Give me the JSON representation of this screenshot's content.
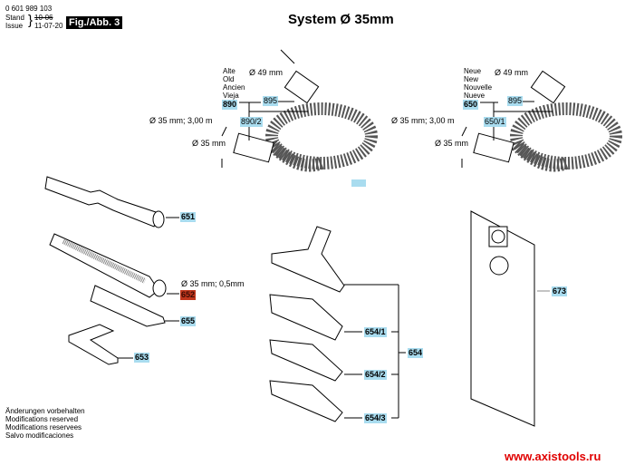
{
  "header": {
    "doc_number": "0 601 989 103",
    "stand_label": "Stand",
    "stand_value": "10-06",
    "issue_label": "Issue",
    "issue_value": "11-07-20",
    "fig_label": "Fig./Abb. 3"
  },
  "title": "System Ø 35mm",
  "left_hose": {
    "version_labels": [
      "Alte",
      "Old",
      "Ancien",
      "Vieja"
    ],
    "dim_49": "Ø 49 mm",
    "hose_spec": "Ø 35 mm; 3,00 m",
    "dim_35": "Ø 35 mm",
    "parts": {
      "main": "890",
      "sub1": "895",
      "sub2": "890/2"
    }
  },
  "right_hose": {
    "version_labels": [
      "Neue",
      "New",
      "Nouvelle",
      "Nueve"
    ],
    "dim_49": "Ø 49 mm",
    "hose_spec": "Ø 35 mm; 3,00 m",
    "dim_35": "Ø 35 mm",
    "parts": {
      "main": "650",
      "sub1": "895",
      "sub2": "650/1"
    }
  },
  "accessories": {
    "bent_tube": "651",
    "extension_tube": "652",
    "extension_spec": "Ø 35 mm; 0,5mm",
    "crevice_nozzle": "655",
    "upholstery_nozzle": "653"
  },
  "floor_nozzles": {
    "group": "654",
    "items": [
      "654/1",
      "654/2",
      "654/3"
    ]
  },
  "filter_bag": "673",
  "notes": [
    "Änderungen vorbehalten",
    "Modifications reserved",
    "Modifications reservees",
    "Salvo modificaciones"
  ],
  "watermark": "www.axistools.ru",
  "colors": {
    "label_bg": "#a9dcef",
    "highlight_bg": "#c0361c",
    "watermark": "#e00000"
  }
}
